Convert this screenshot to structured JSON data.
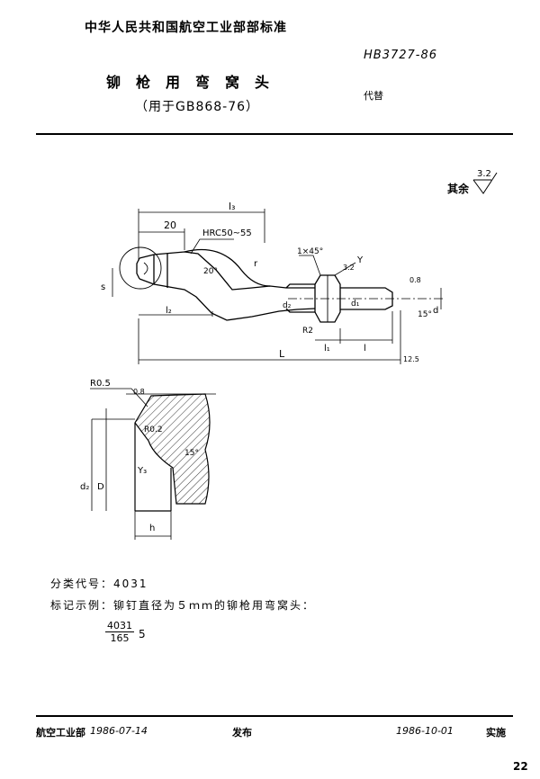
{
  "header": {
    "standard_body": "中华人民共和国航空工业部部标准",
    "standard_number": "HB3727-86",
    "replaces": "代替"
  },
  "title": {
    "main": "铆枪用弯窝头",
    "sub": "（用于GB868-76）"
  },
  "drawing": {
    "roughness_note": "其余",
    "roughness_value": "3.2",
    "labels": {
      "l3": "l₃",
      "dim_20": "20",
      "hardness": "HRC50~55",
      "chamfer": "1×45°",
      "y_label": "Y",
      "angle_20": "20°",
      "angle_15": "15°",
      "angle_r": "r",
      "s": "s",
      "l2": "l₂",
      "d2": "d₂",
      "d1": "d₁",
      "d": "d",
      "r2": "R2",
      "l1": "l₁",
      "l": "l",
      "L": "L",
      "ra_top": "3.2",
      "ra_right": "0.8",
      "ra_end": "12.5",
      "detail_r": "R0.5",
      "detail_r2": "R0.2",
      "detail_ra": "0.8",
      "detail_angle": "15°",
      "detail_y": "Y₃",
      "detail_d2": "d₂",
      "detail_D": "D",
      "detail_h": "h"
    }
  },
  "info": {
    "classification_label": "分类代号：",
    "classification_code": "4031",
    "example_label": "标记示例：",
    "example_text": "铆钉直径为５ｍｍ的铆枪用弯窝头：",
    "example_numerator": "4031",
    "example_denominator": "165",
    "example_suffix": "5"
  },
  "footer": {
    "issuer": "航空工业部",
    "issue_date": "1986-07-14",
    "issue_label": "发布",
    "effective_date": "1986-10-01",
    "effective_label": "实施"
  },
  "page_number": "22"
}
